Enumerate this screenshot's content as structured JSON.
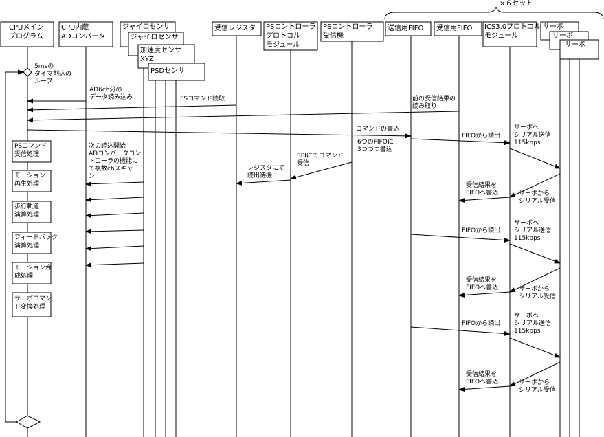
{
  "set_count_label": "×６セット",
  "lifelines": {
    "cpu_main": "CPUメイン\nプログラム",
    "ad_converter": "CPU内蔵\nADコンバータ",
    "gyro1": "ジャイロセンサ",
    "gyro2": "ジャイロセンサ",
    "accel": "加速度センサ\nXYZ",
    "psd": "PSDセンサ",
    "recv_register": "受信レジスタ",
    "ps_protocol": "PSコントローラ\nプロトコル\nモジュール",
    "ps_receiver": "PSコントローラ\n受信機",
    "send_fifo": "送信用FIFO",
    "recv_fifo": "受信用FIFO",
    "ics_module": "ICS3.0プロトコル\nモジュール",
    "servo1": "サーボ",
    "servo2": "サーボ",
    "servo3": "サーボ"
  },
  "loop_label": "5msの\nタイマ割込の\nループ",
  "processes": [
    "PSコマンド\n受信処理",
    "モーション\n再生処理",
    "歩行軌道\n演算処理",
    "フィードバック\n演算処理",
    "モーション合\n成処理",
    "サーボコマン\nド変換処理"
  ],
  "messages": {
    "ad_read": "AD6ch分の\nデータ読み込み",
    "ps_cmd_read": "PSコマンド読取",
    "prev_result_read": "前の受信結果の\n読み取り",
    "cmd_write": "コマンドの書込",
    "fifo_write": "6つのFIFOに\n3つづつ書込",
    "spi_recv": "SPIにてコマンド\n受信",
    "register_wait": "レジスタにて\n読出待機",
    "ad_next": "次の読込開始\nADコンバータコン\nトローラの機能に\nて複数chスキャ\nン",
    "fifo_read": "FIFOから読出",
    "servo_send": "サーボへ\nシリアル送信\n115kbps",
    "result_write": "受信結果を\nFIFOへ書込",
    "servo_recv": "サーボから\nシリアル受信"
  }
}
